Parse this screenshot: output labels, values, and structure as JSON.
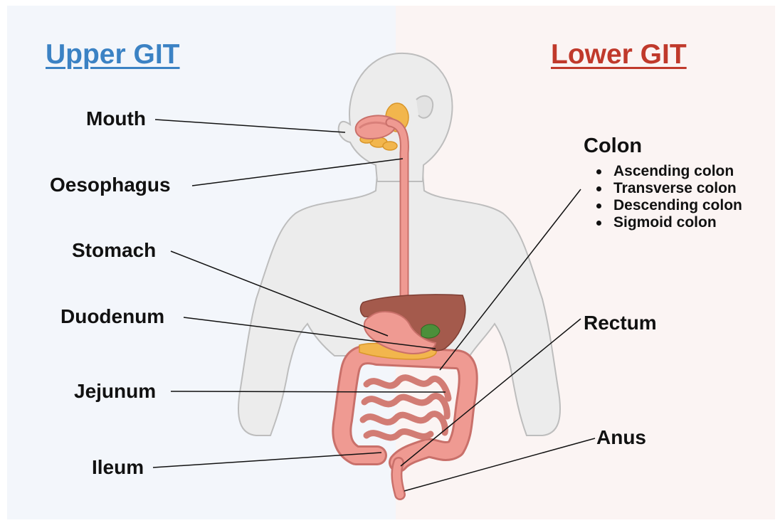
{
  "headings": {
    "upper": "Upper GIT",
    "lower": "Lower GIT"
  },
  "labels": {
    "mouth": "Mouth",
    "oesophagus": "Oesophagus",
    "stomach": "Stomach",
    "duodenum": "Duodenum",
    "jejunum": "Jejunum",
    "ileum": "Ileum",
    "colon": "Colon",
    "rectum": "Rectum",
    "anus": "Anus"
  },
  "colon_parts": [
    "Ascending colon",
    "Transverse colon",
    "Descending colon",
    "Sigmoid colon"
  ],
  "colors": {
    "upper_heading": "#3b82c4",
    "lower_heading": "#c0392b",
    "left_bg": "#f3f6fb",
    "right_bg": "#fbf4f3",
    "body": "#ececec",
    "body_outline": "#bdbdbd",
    "tract": "#ef9a92",
    "liver": "#a45a4c",
    "gallbladder": "#4c8f3a",
    "glands": "#f2b64d"
  }
}
